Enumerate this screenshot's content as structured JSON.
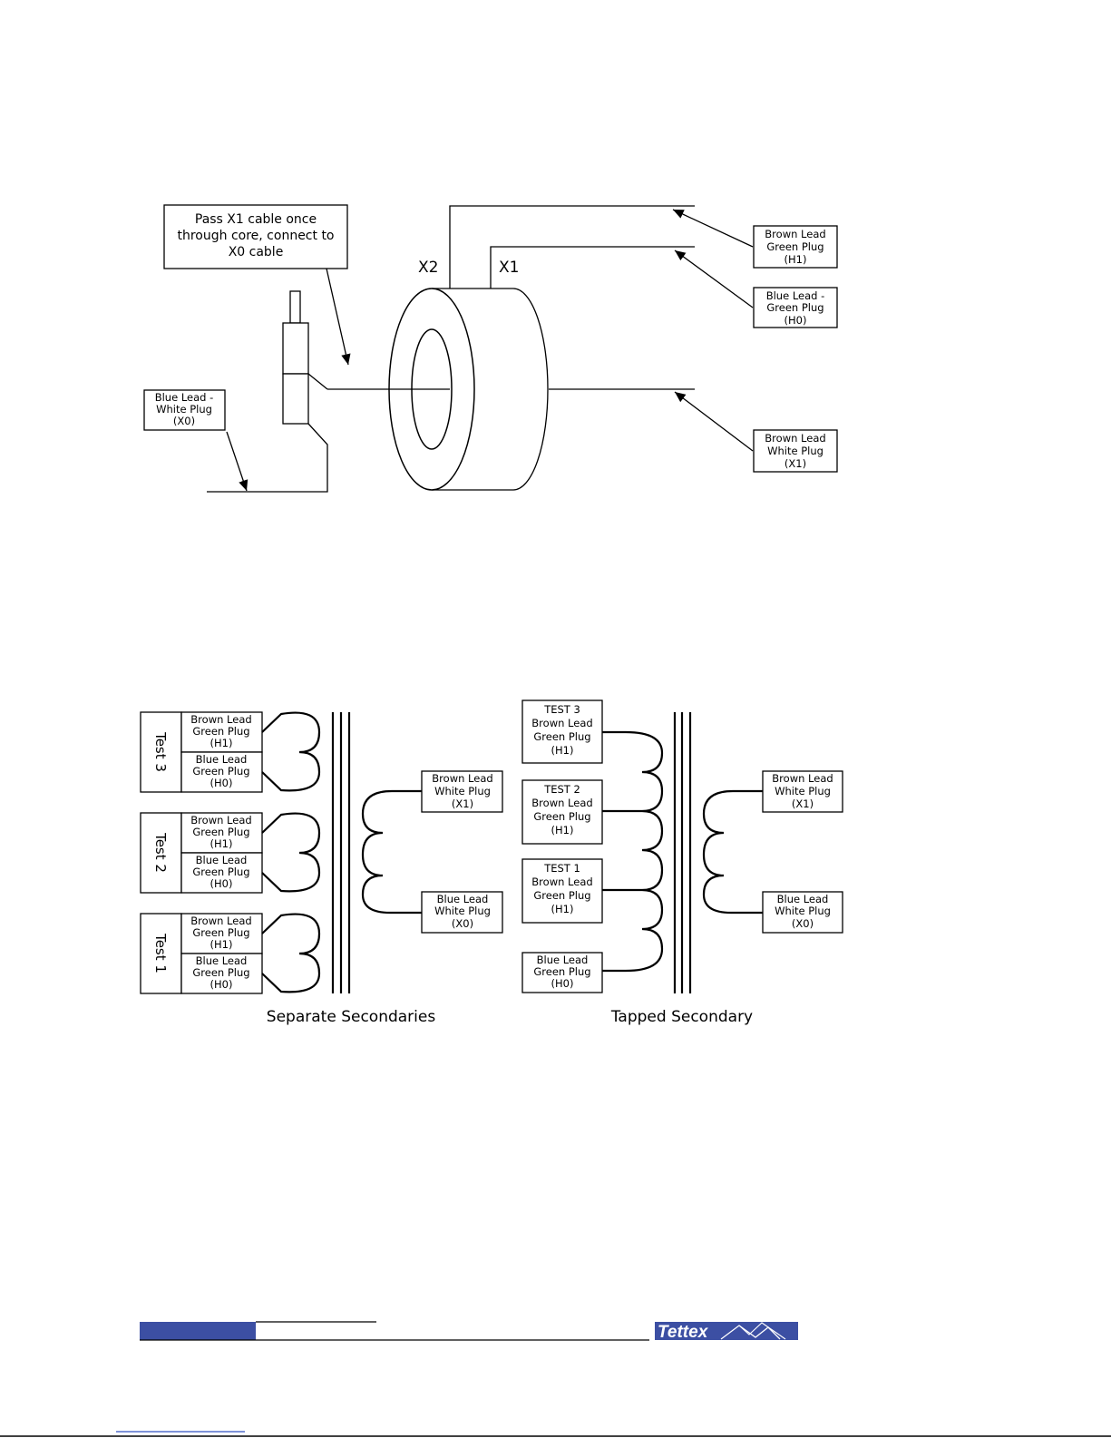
{
  "top_diagram": {
    "instruction": [
      "Pass X1 cable once",
      "through core, connect to",
      "X0 cable"
    ],
    "x2_label": "X2",
    "x1_label": "X1",
    "label_h1": [
      "Brown Lead",
      "Green Plug",
      "(H1)"
    ],
    "label_h0": [
      "Blue Lead -",
      "Green Plug",
      "(H0)"
    ],
    "label_x1": [
      "Brown Lead",
      "White Plug",
      "(X1)"
    ],
    "label_x0": [
      "Blue Lead -",
      "White Plug",
      "(X0)"
    ]
  },
  "separate": {
    "caption": "Separate Secondaries",
    "groups": [
      {
        "test": "Test 3",
        "h1": [
          "Brown Lead",
          "Green Plug",
          "(H1)"
        ],
        "h0": [
          "Blue Lead",
          "Green Plug",
          "(H0)"
        ]
      },
      {
        "test": "Test 2",
        "h1": [
          "Brown Lead",
          "Green Plug",
          "(H1)"
        ],
        "h0": [
          "Blue Lead",
          "Green Plug",
          "(H0)"
        ]
      },
      {
        "test": "Test 1",
        "h1": [
          "Brown Lead",
          "Green Plug",
          "(H1)"
        ],
        "h0": [
          "Blue Lead",
          "Green Plug",
          "(H0)"
        ]
      }
    ],
    "x1": [
      "Brown Lead",
      "White Plug",
      "(X1)"
    ],
    "x0": [
      "Blue Lead",
      "White Plug",
      "(X0)"
    ]
  },
  "tapped": {
    "caption": "Tapped Secondary",
    "taps": [
      [
        "TEST 3",
        "Brown Lead",
        "Green Plug",
        "(H1)"
      ],
      [
        "TEST 2",
        "Brown Lead",
        "Green Plug",
        "(H1)"
      ],
      [
        "TEST 1",
        "Brown Lead",
        "Green Plug",
        "(H1)"
      ]
    ],
    "h0": [
      "Blue Lead",
      "Green Plug",
      "(H0)"
    ],
    "x1": [
      "Brown Lead",
      "White Plug",
      "(X1)"
    ],
    "x0": [
      "Blue Lead",
      "White Plug",
      "(X0)"
    ]
  },
  "footer": {
    "logo": "Tettex",
    "bar_color": "#3c4fa3"
  }
}
